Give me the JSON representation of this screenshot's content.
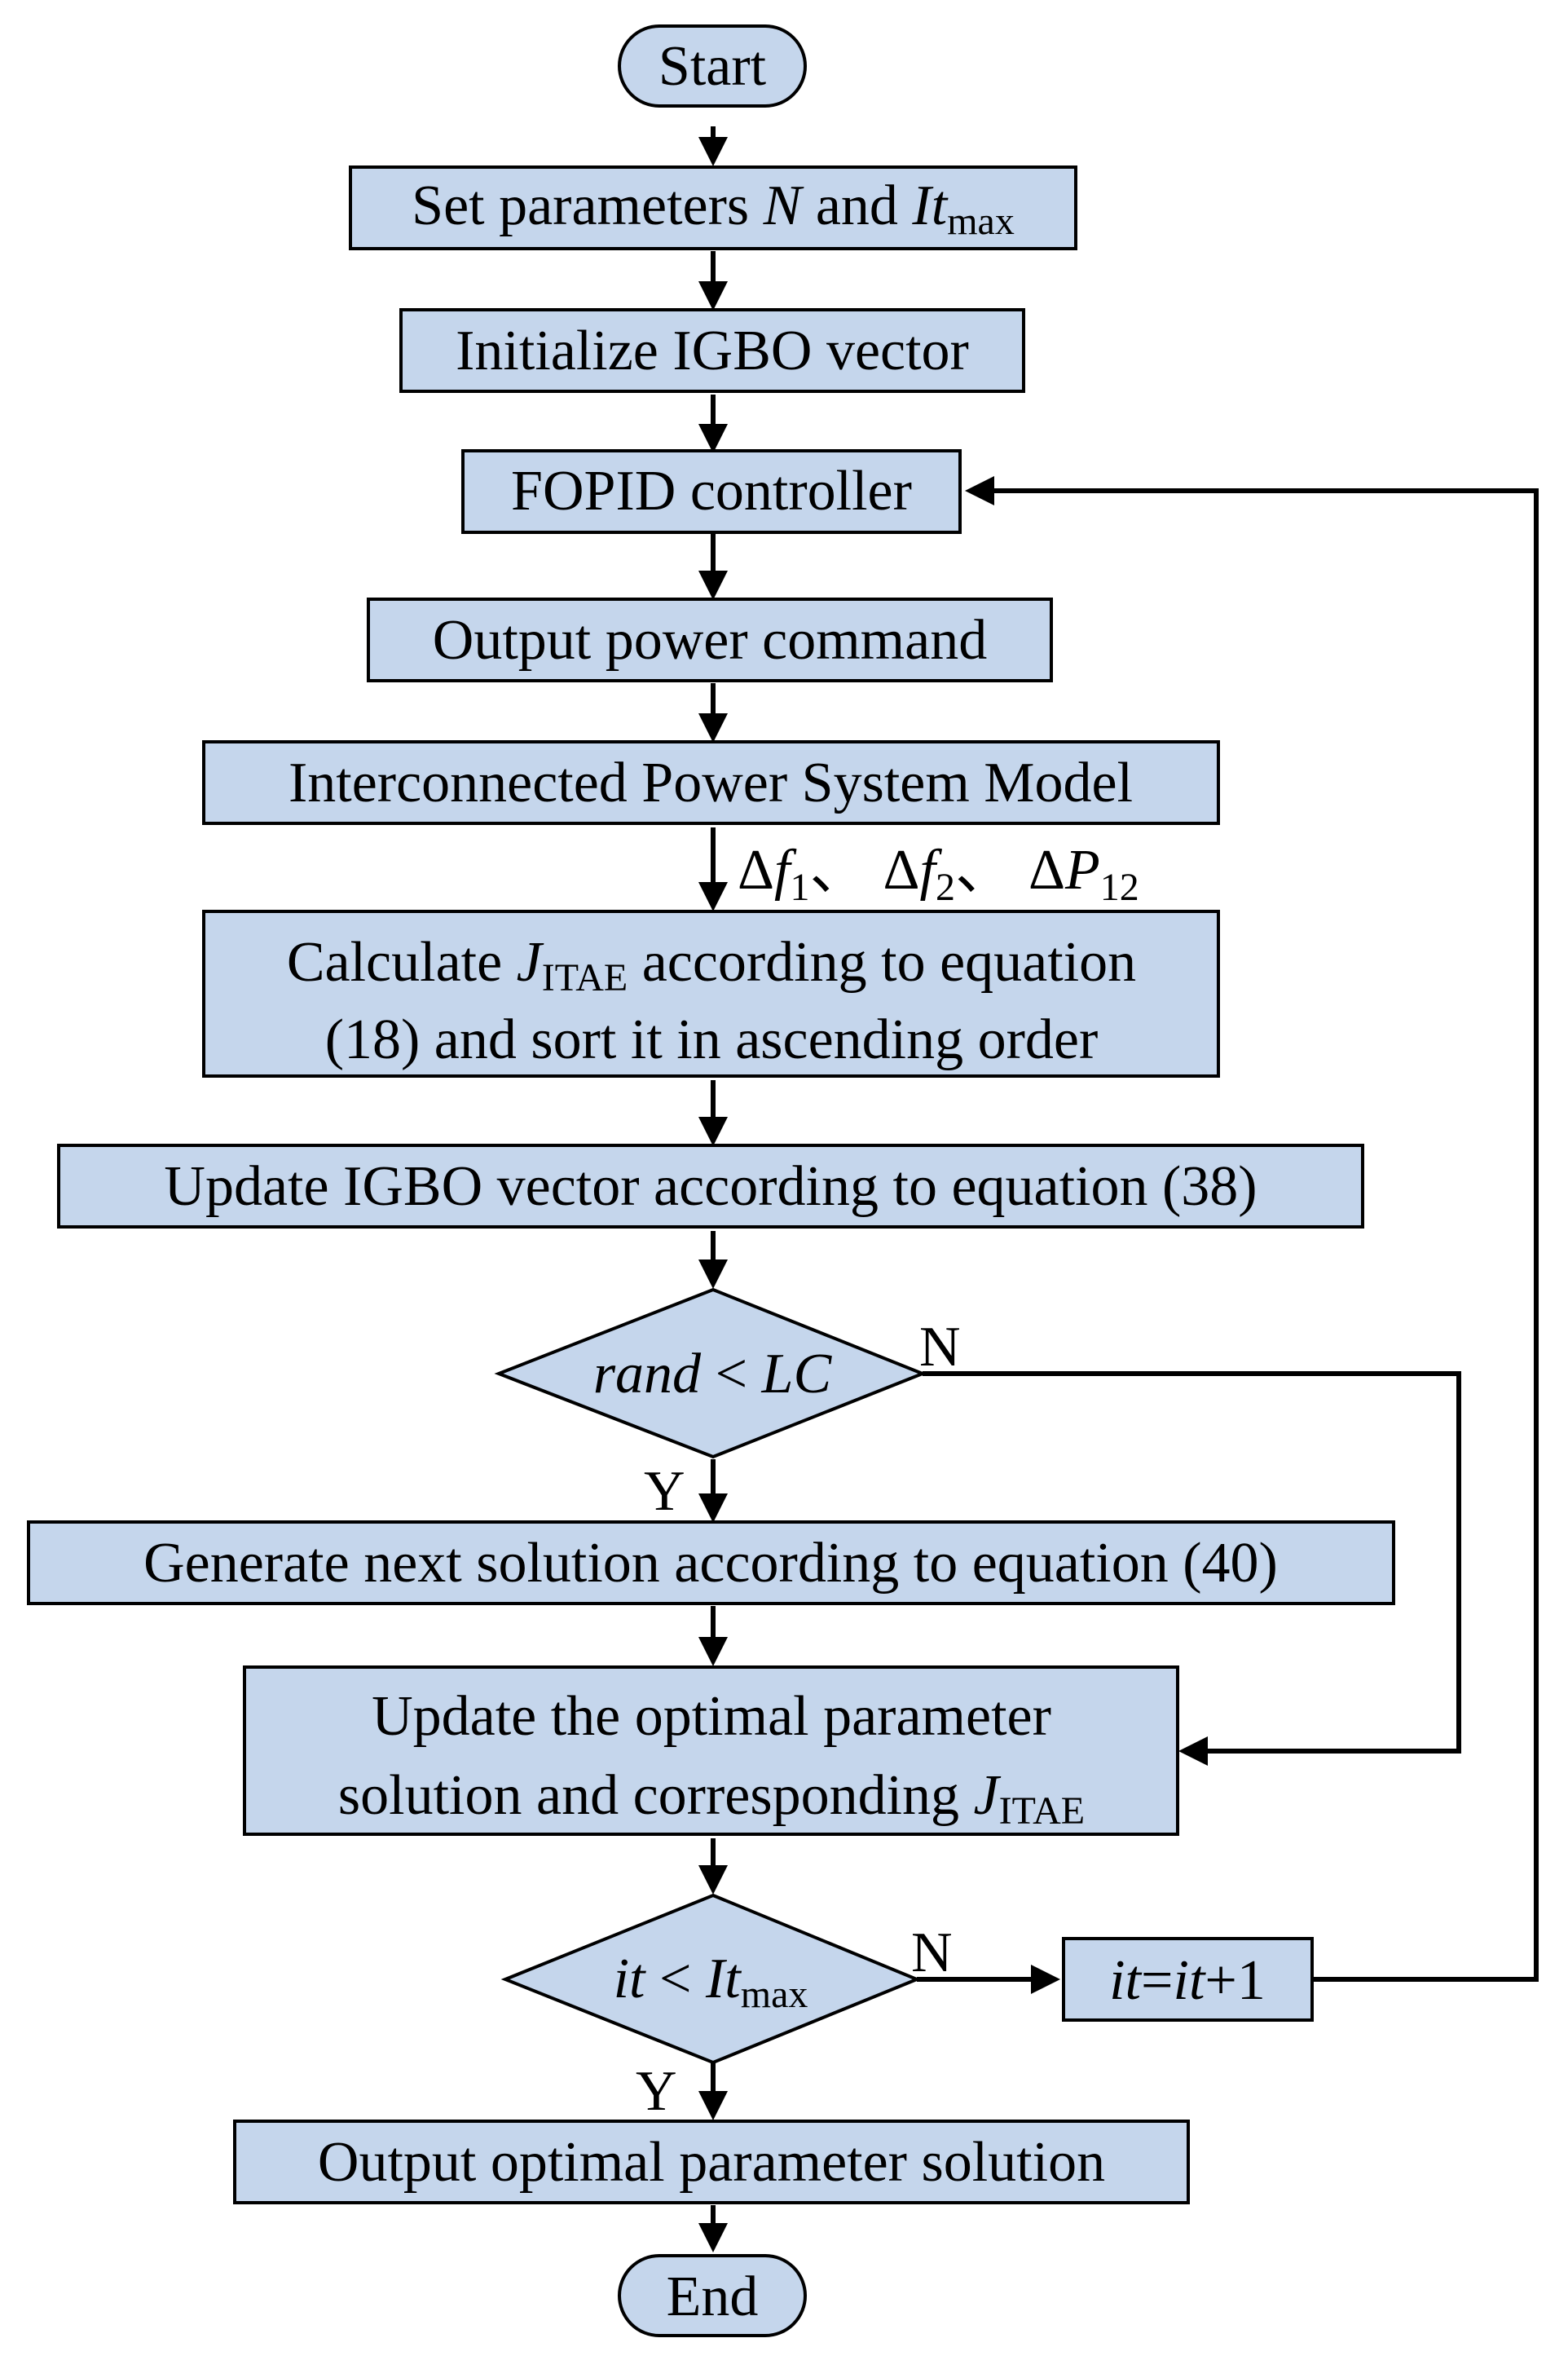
{
  "flowchart": {
    "start": "Start",
    "set_params": {
      "prefix": "Set parameters ",
      "n": "N",
      "and": " and ",
      "it": "It",
      "max": "max"
    },
    "init": "Initialize IGBO vector",
    "fopid": "FOPID controller",
    "output_cmd": "Output power command",
    "model": "Interconnected Power System Model",
    "signals": {
      "d1": "Δ",
      "f1": "f",
      "s1": "1",
      "sep1": "、",
      "d2": "Δ",
      "f2": "f",
      "s2": "2",
      "sep2": "、",
      "d3": "Δ",
      "p": "P",
      "s3": "12"
    },
    "calc": {
      "line1_a": "Calculate ",
      "j": "J",
      "itae": "ITAE",
      "line1_b": " according to equation",
      "line2": "(18) and sort it in ascending order"
    },
    "update_vec": "Update IGBO vector according to equation (38)",
    "decision1": {
      "rand": "rand",
      "lt": " < ",
      "lc": "LC"
    },
    "no1": "N",
    "yes1": "Y",
    "generate": "Generate next solution according to equation (40)",
    "update_opt": {
      "line1": "Update the optimal parameter",
      "line2_a": "solution and corresponding ",
      "j": "J",
      "itae": "ITAE"
    },
    "decision2": {
      "it": "it",
      "lt": " < ",
      "itcap": "It",
      "max": "max"
    },
    "no2": "N",
    "yes2": "Y",
    "increment": {
      "it1": "it",
      "eq": "=",
      "it2": "it",
      "plus": "+1"
    },
    "output_opt": "Output optimal parameter solution",
    "end": "End"
  },
  "colors": {
    "fill": "#c5d6ec",
    "stroke": "#000000"
  }
}
